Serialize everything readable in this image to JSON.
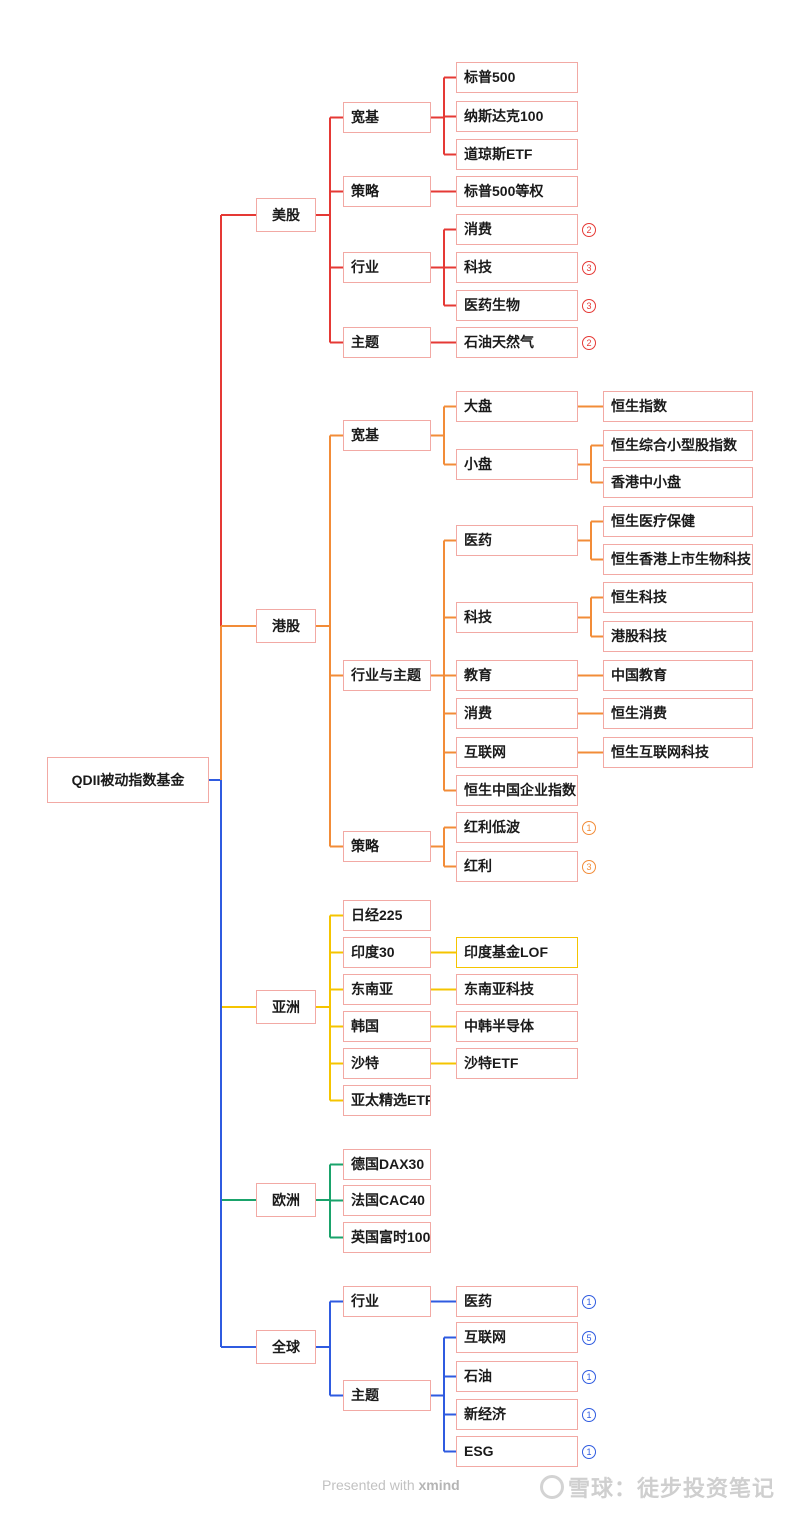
{
  "colors": {
    "us": "#e53935",
    "hk": "#f28c38",
    "asia": "#f5c400",
    "eu": "#1aa36b",
    "global": "#2f5be0",
    "node_border": "#f2a9a4"
  },
  "root": {
    "label": "QDII被动指数基金"
  },
  "branches": [
    {
      "key": "us",
      "label": "美股",
      "color": "#e53935",
      "children": [
        {
          "label": "宽基",
          "children": [
            {
              "label": "标普500"
            },
            {
              "label": "纳斯达克100"
            },
            {
              "label": "道琼斯ETF"
            }
          ]
        },
        {
          "label": "策略",
          "children": [
            {
              "label": "标普500等权"
            }
          ]
        },
        {
          "label": "行业",
          "children": [
            {
              "label": "消费",
              "badge": "2"
            },
            {
              "label": "科技",
              "badge": "3"
            },
            {
              "label": "医药生物",
              "badge": "3"
            }
          ]
        },
        {
          "label": "主题",
          "children": [
            {
              "label": "石油天然气",
              "badge": "2"
            }
          ]
        }
      ]
    },
    {
      "key": "hk",
      "label": "港股",
      "color": "#f28c38",
      "children": [
        {
          "label": "宽基",
          "children": [
            {
              "label": "大盘",
              "children": [
                {
                  "label": "恒生指数"
                }
              ]
            },
            {
              "label": "小盘",
              "children": [
                {
                  "label": "恒生综合小型股指数"
                },
                {
                  "label": "香港中小盘"
                }
              ]
            }
          ]
        },
        {
          "label": "行业与主题",
          "children": [
            {
              "label": "医药",
              "children": [
                {
                  "label": "恒生医疗保健"
                },
                {
                  "label": "恒生香港上市生物科技"
                }
              ]
            },
            {
              "label": "科技",
              "children": [
                {
                  "label": "恒生科技"
                },
                {
                  "label": "港股科技"
                }
              ]
            },
            {
              "label": "教育",
              "children": [
                {
                  "label": "中国教育"
                }
              ]
            },
            {
              "label": "消费",
              "children": [
                {
                  "label": "恒生消费"
                }
              ]
            },
            {
              "label": "互联网",
              "children": [
                {
                  "label": "恒生互联网科技"
                }
              ]
            },
            {
              "label": "恒生中国企业指数"
            }
          ]
        },
        {
          "label": "策略",
          "children": [
            {
              "label": "红利低波",
              "badge": "1"
            },
            {
              "label": "红利",
              "badge": "3"
            }
          ]
        }
      ]
    },
    {
      "key": "asia",
      "label": "亚洲",
      "color": "#f5c400",
      "children": [
        {
          "label": "日经225"
        },
        {
          "label": "印度30",
          "children": [
            {
              "label": "印度基金LOF"
            }
          ]
        },
        {
          "label": "东南亚",
          "children": [
            {
              "label": "东南亚科技"
            }
          ]
        },
        {
          "label": "韩国",
          "children": [
            {
              "label": "中韩半导体"
            }
          ]
        },
        {
          "label": "沙特",
          "children": [
            {
              "label": "沙特ETF"
            }
          ]
        },
        {
          "label": "亚太精选ETF"
        }
      ]
    },
    {
      "key": "eu",
      "label": "欧洲",
      "color": "#1aa36b",
      "children": [
        {
          "label": "德国DAX30"
        },
        {
          "label": "法国CAC40"
        },
        {
          "label": "英国富时100"
        }
      ]
    },
    {
      "key": "global",
      "label": "全球",
      "color": "#2f5be0",
      "children": [
        {
          "label": "行业",
          "children": [
            {
              "label": "医药",
              "badge": "1"
            }
          ]
        },
        {
          "label": "主题",
          "children": [
            {
              "label": "互联网",
              "badge": "5"
            },
            {
              "label": "石油",
              "badge": "1"
            },
            {
              "label": "新经济",
              "badge": "1"
            },
            {
              "label": "ESG",
              "badge": "1"
            }
          ]
        }
      ]
    }
  ],
  "footer": {
    "presented_prefix": "Presented with",
    "presented_brand": "xmind",
    "watermark": "雪球：徒步投资笔记"
  }
}
